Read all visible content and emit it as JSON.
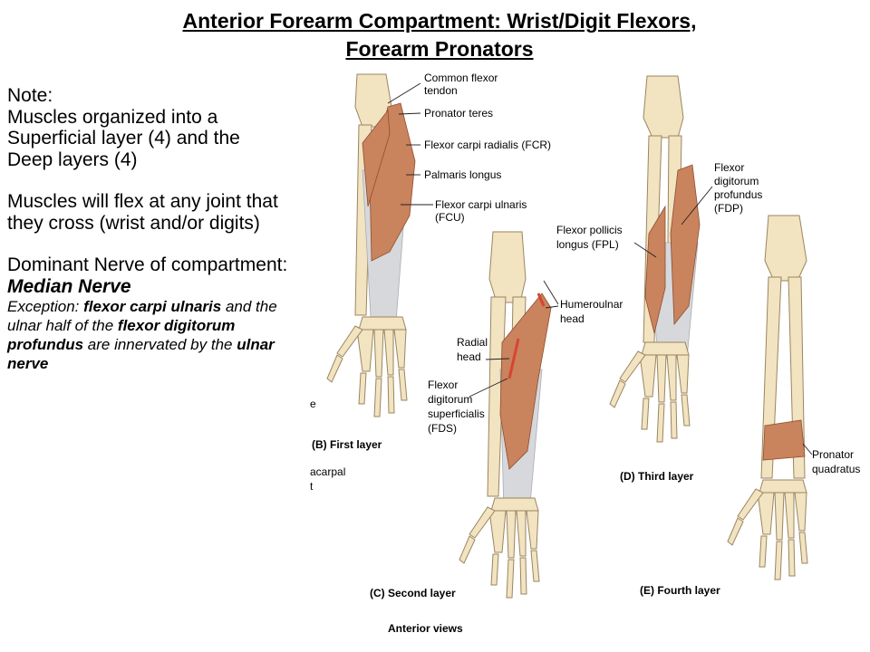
{
  "title": {
    "line1": "Anterior Forearm Compartment: Wrist/Digit Flexors,",
    "line2": "Forearm Pronators"
  },
  "note": {
    "heading": "Note:",
    "layers": "Muscles organized into a Superficial layer (4) and the Deep layers (4)",
    "flex": "Muscles will flex at any joint that they cross (wrist and/or digits)",
    "nerve_prefix": "Dominant Nerve of compartment: ",
    "nerve_name": "Median Nerve",
    "exception": {
      "t1": "Exception: ",
      "b1": "flexor carpi ulnaris",
      "t2": " and the ulnar half of the ",
      "b2": "flexor digitorum profundus",
      "t3": " are innervated by the ",
      "b3": "ulnar nerve"
    }
  },
  "figure": {
    "first_layer": {
      "caption": "(B) First layer",
      "labels": {
        "common_flexor_1": "Common flexor",
        "common_flexor_2": "tendon",
        "pronator_teres": "Pronator teres",
        "fcr": "Flexor carpi radialis (FCR)",
        "palmaris": "Palmaris longus",
        "fcu_1": "Flexor carpi ulnaris",
        "fcu_2": "(FCU)"
      }
    },
    "second_layer": {
      "caption": "(C) Second layer",
      "labels": {
        "humero_1": "Humeroulnar",
        "humero_2": "head",
        "radial_1": "Radial",
        "radial_2": "head",
        "fds_1": "Flexor",
        "fds_2": "digitorum",
        "fds_3": "superficialis",
        "fds_4": "(FDS)"
      }
    },
    "third_layer": {
      "caption": "(D) Third layer",
      "labels": {
        "fdp_1": "Flexor",
        "fdp_2": "digitorum",
        "fdp_3": "profundus",
        "fdp_4": "(FDP)",
        "fpl_1": "Flexor pollicis",
        "fpl_2": "longus (FPL)"
      }
    },
    "fourth_layer": {
      "caption": "(E) Fourth layer",
      "labels": {
        "pq_1": "Pronator",
        "pq_2": "quadratus"
      }
    },
    "footer": "Anterior views",
    "cropped": {
      "e": "e",
      "acarpal": "acarpal",
      "t": "t"
    }
  }
}
